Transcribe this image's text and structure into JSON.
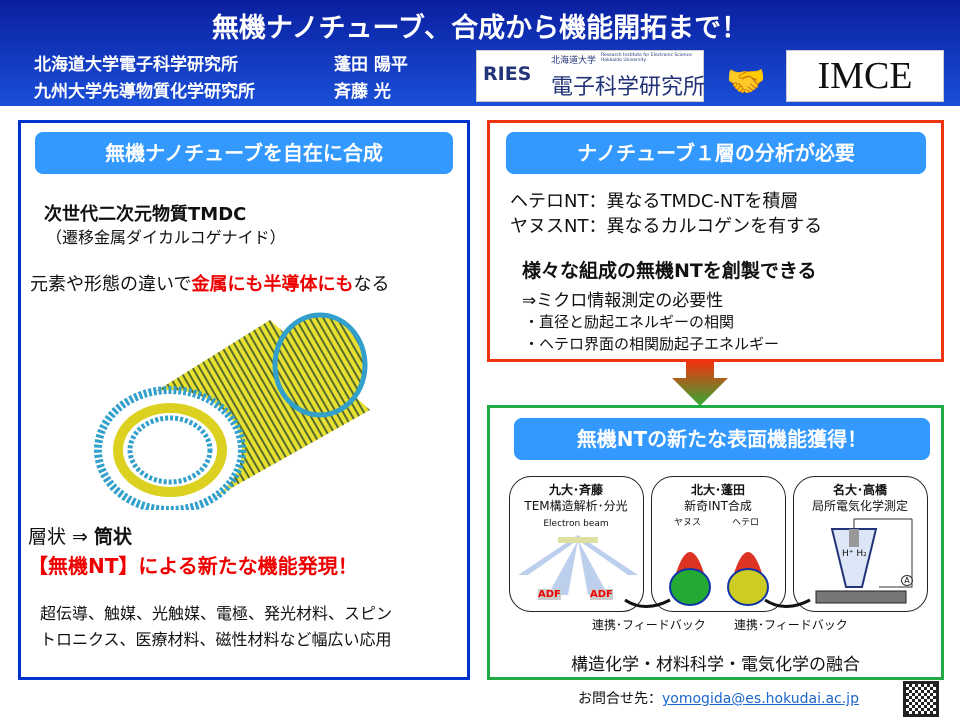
{
  "header": {
    "title": "無機ナノチューブ、合成から機能開拓まで！",
    "affiliations": [
      {
        "institute": "北海道大学電子科学研究所",
        "name": "蓬田 陽平"
      },
      {
        "institute": "九州大学先導物質化学研究所",
        "name": "斉藤 光"
      }
    ],
    "logo_ries": {
      "abbr": "RIES",
      "univ": "北海道大学",
      "english": "Research Institute for Electronic Science Hokkaido University",
      "name": "電子科学研究所"
    },
    "logo_imce": "IMCE"
  },
  "left": {
    "heading": "無機ナノチューブを自在に合成",
    "tmdc_title": "次世代二次元物質TMDC",
    "tmdc_sub": "（遷移金属ダイカルコゲナイド）",
    "line_pre": "元素や形態の違いで",
    "line_red": "金属にも半導体にも",
    "line_post": "なる",
    "layer_pre": "層状 ⇒ ",
    "layer_bold": "筒状",
    "discovery": "【無機NT】による新たな機能発現！",
    "apps_1": "超伝導、触媒、光触媒、電極、発光材料、スピン",
    "apps_2": "トロニクス、医療材料、磁性材料など幅広い応用"
  },
  "right_top": {
    "heading": "ナノチューブ１層の分析が必要",
    "hetero": "ヘテロNT：異なるTMDC-NTを積層",
    "yanus": "ヤヌスNT：異なるカルコゲンを有する",
    "bold": "様々な組成の無機NTを創製できる",
    "need": "⇒ミクロ情報測定の必要性",
    "bullets": [
      "・直径と励起エネルギーの相関",
      "・ヘテロ界面の相関励起子エネルギー"
    ]
  },
  "right_bottom": {
    "heading": "無機NTの新たな表面機能獲得！",
    "panels": [
      {
        "who": "九大･斉藤",
        "what": "TEM構造解析･分光",
        "beam": "Electron beam",
        "adf": "ADF"
      },
      {
        "who": "北大･蓬田",
        "what": "新奇INT合成",
        "janus": "ヤヌス",
        "hetero": "ヘテロ"
      },
      {
        "who": "名大･高橋",
        "what": "局所電気化学測定",
        "h": "H⁺ H₂",
        "a": "A"
      }
    ],
    "feedback": "連携･フィードバック",
    "fusion": "構造化学・材料科学・電気化学の融合"
  },
  "footer": {
    "label": "お問合せ先：",
    "email": "yomogida@es.hokudai.ac.jp"
  },
  "colors": {
    "left_border": "#0033cc",
    "top_border": "#ee3311",
    "bottom_border": "#22aa44",
    "pill": "#3399ff"
  }
}
